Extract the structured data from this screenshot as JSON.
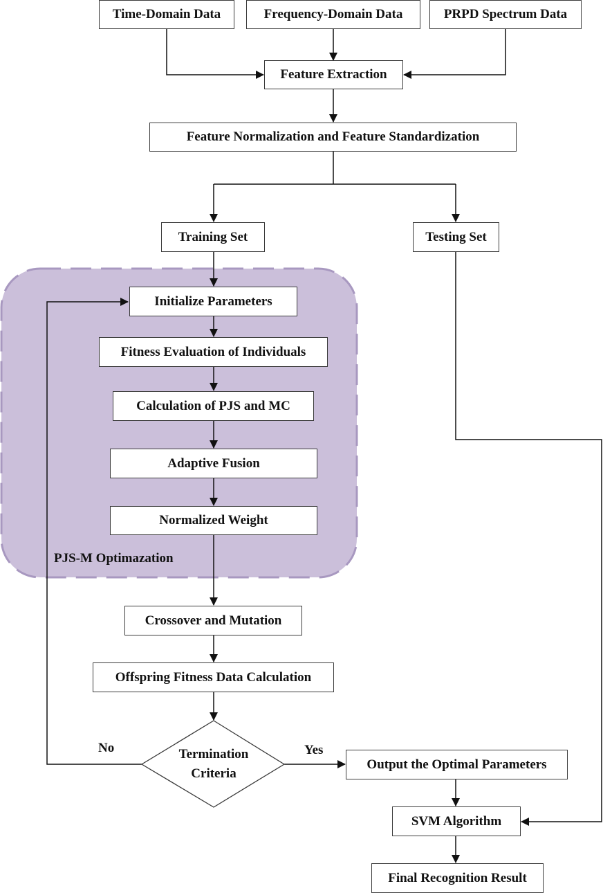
{
  "nodes": {
    "time_domain": "Time-Domain Data",
    "frequency_domain": "Frequency-Domain Data",
    "prpd_spectrum": "PRPD Spectrum Data",
    "feature_extraction": "Feature Extraction",
    "feature_normalization": "Feature Normalization and Feature Standardization",
    "training_set": "Training Set",
    "testing_set": "Testing Set",
    "initialize_parameters": "Initialize Parameters",
    "fitness_evaluation": "Fitness Evaluation of Individuals",
    "calculation_pjs_mc": "Calculation of PJS and MC",
    "adaptive_fusion": "Adaptive Fusion",
    "normalized_weight": "Normalized Weight",
    "crossover_mutation": "Crossover and Mutation",
    "offspring_fitness": "Offspring Fitness Data Calculation",
    "termination_line1": "Termination",
    "termination_line2": "Criteria",
    "output_optimal": "Output the Optimal Parameters",
    "svm_algorithm": "SVM Algorithm",
    "final_result": "Final Recognition Result"
  },
  "group": {
    "label": "PJS-M Optimazation",
    "fill_color": "#cbbfda",
    "border_color": "#a898c0"
  },
  "edge_labels": {
    "no": "No",
    "yes": "Yes"
  }
}
